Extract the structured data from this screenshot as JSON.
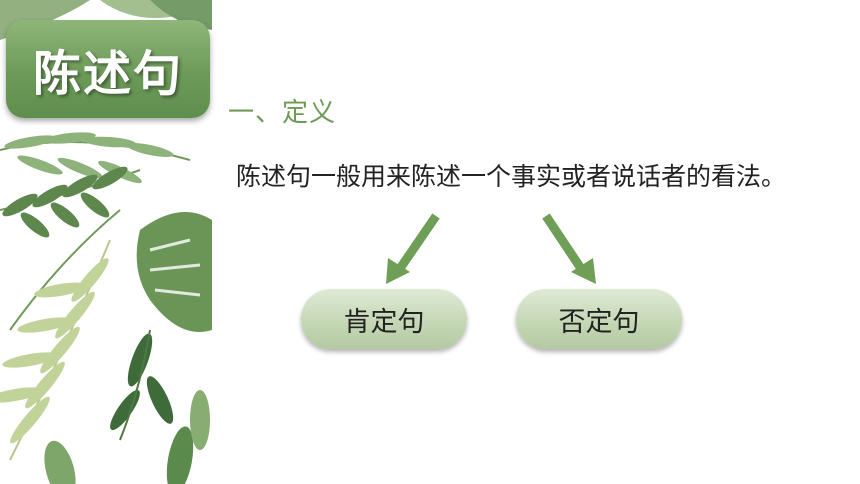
{
  "slide": {
    "title": "陈述句",
    "heading": "一、定义",
    "definition": "陈述句一般用来陈述一个事实或者说话者的看法。",
    "branches": [
      "肯定句",
      "否定句"
    ]
  },
  "colors": {
    "accent_green": "#6c9a58",
    "heading_green": "#6e9a55",
    "arrow_green": "#6f9e57",
    "pill_fill": "#c3d6b3"
  },
  "icons": [
    "tropical-leaves-decoration",
    "arrow-down-left-icon",
    "arrow-down-right-icon"
  ]
}
